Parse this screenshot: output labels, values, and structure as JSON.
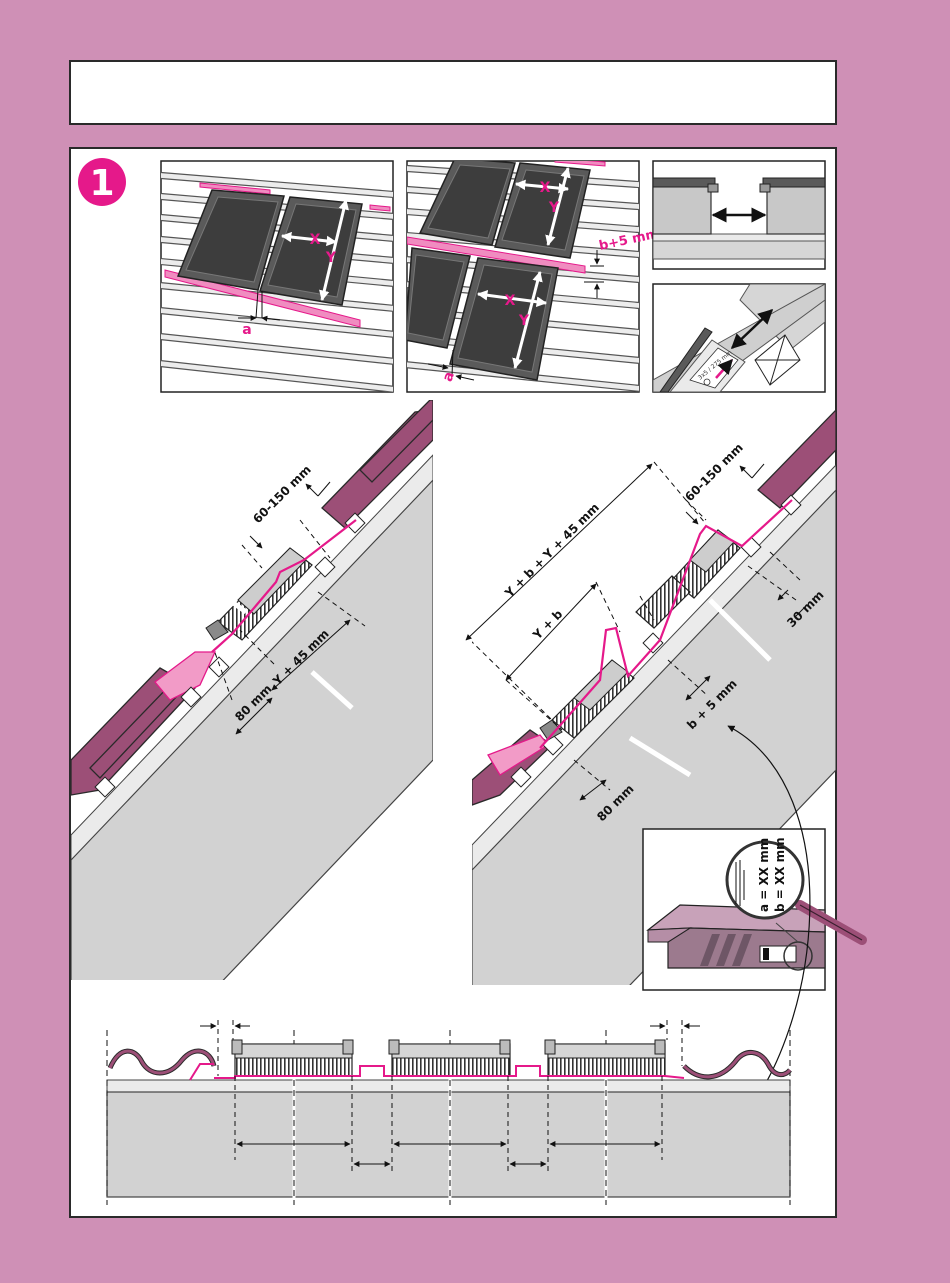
{
  "step": {
    "number": "1"
  },
  "colors": {
    "background": "#cf90b6",
    "accent": "#e5198a",
    "tile": "#9c4f77",
    "roof": "#d2d2d2",
    "module": "#4a4a4a"
  },
  "panel1": {
    "label_x": "X",
    "label_y": "Y",
    "label_a": "a"
  },
  "panel2": {
    "label_x1": "X",
    "label_y1": "Y",
    "label_x2": "X",
    "label_y2": "Y",
    "label_a": "a",
    "label_gap": "b+5 mm"
  },
  "section_left": {
    "dim_top": "60-150 mm",
    "dim_pitch": "Y + 45 mm",
    "dim_bottom": "80 mm"
  },
  "section_right": {
    "dim_total": "Y + b + Y + 45 mm",
    "dim_yb": "Y + b",
    "dim_top": "60-150 mm",
    "dim_30": "30 mm",
    "dim_b5": "b + 5 mm",
    "dim_bottom": "80 mm"
  },
  "label_detail": {
    "line_a": "a = XX mm",
    "line_b": "b = XX mm",
    "sticker_text": "3x5 / 275 mm"
  }
}
